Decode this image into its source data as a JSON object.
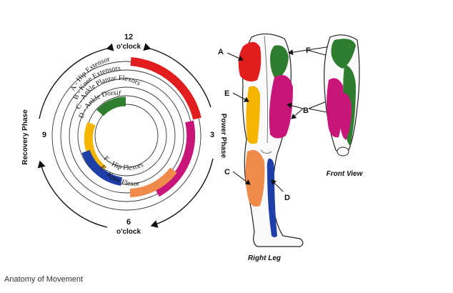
{
  "clock": {
    "twelve": "12",
    "twelve_oclock": "o'clock",
    "six": "6",
    "six_oclock": "o'clock",
    "three": "3",
    "nine": "9",
    "power_phase": "Power Phase",
    "recovery_phase": "Recovery Phase"
  },
  "rings": [
    {
      "label": "A - Hip Extensor",
      "color": "#e21d1d"
    },
    {
      "label": "B - Knee Extensors",
      "color": "#c8157a"
    },
    {
      "label": "C - Ankle Plantar Flexors",
      "color": "#f08a4b"
    },
    {
      "label": "D - Ankle Dorsiflexors",
      "color": "#2f7d2f"
    },
    {
      "label": "F - Hip Flexors",
      "color": "#f4b400"
    },
    {
      "label": "E - Knee Flexor",
      "color": "#1f3fa8"
    }
  ],
  "leg_letters": [
    "A",
    "E",
    "F",
    "B",
    "C",
    "D"
  ],
  "right_leg_label": "Right Leg",
  "front_view_label": "Front View",
  "caption": "Anatomy of Movement"
}
